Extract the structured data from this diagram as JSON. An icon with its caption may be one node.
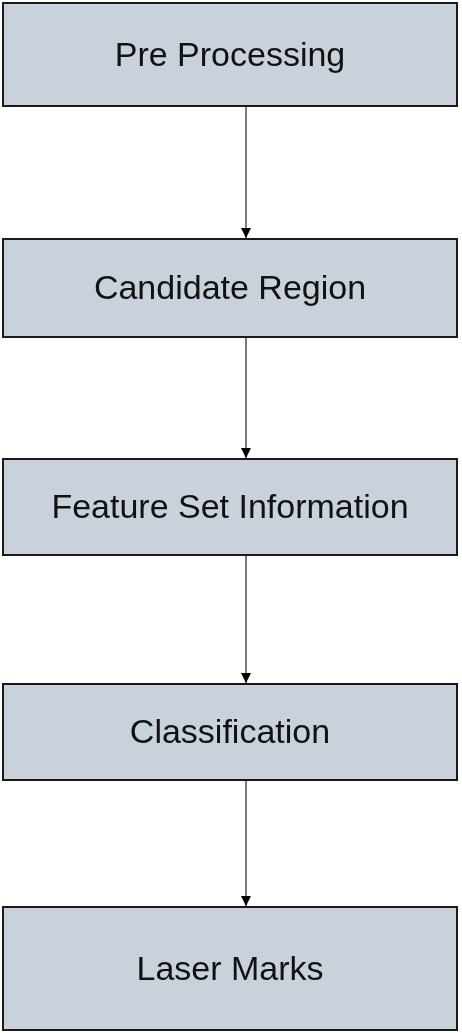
{
  "diagram": {
    "nodes": [
      {
        "text": [
          "Pre Processing"
        ]
      },
      {
        "text": [
          "Candidate Region"
        ]
      },
      {
        "text": [
          "Feature Set Information"
        ]
      },
      {
        "text": [
          "Classification"
        ]
      },
      {
        "text": [
          "Laser Marks"
        ]
      }
    ],
    "edges": [
      {
        "from": 0,
        "to": 1,
        "arrow": "to"
      },
      {
        "from": 1,
        "to": 2,
        "arrow": "to"
      },
      {
        "from": 2,
        "to": 3,
        "arrow": "to"
      },
      {
        "from": 3,
        "to": 4,
        "arrow": "to"
      }
    ]
  }
}
